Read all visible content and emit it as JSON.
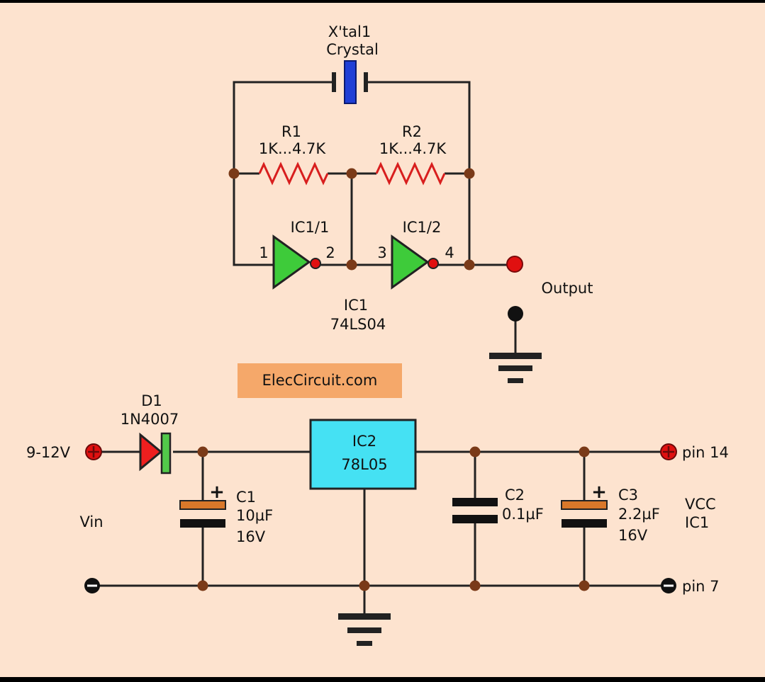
{
  "crystal": {
    "name": "X'tal1",
    "type": "Crystal"
  },
  "r1": {
    "name": "R1",
    "value": "1K...4.7K"
  },
  "r2": {
    "name": "R2",
    "value": "1K...4.7K"
  },
  "gate1": {
    "name": "IC1/1",
    "pin_in": "1",
    "pin_out": "2"
  },
  "gate2": {
    "name": "IC1/2",
    "pin_in": "3",
    "pin_out": "4"
  },
  "ic1": {
    "name": "IC1",
    "part": "74LS04"
  },
  "output": {
    "label": "Output"
  },
  "brand": {
    "label": "ElecCircuit.com"
  },
  "d1": {
    "name": "D1",
    "part": "1N4007"
  },
  "vin": {
    "voltage": "9-12V",
    "label": "Vin"
  },
  "ic2": {
    "name": "IC2",
    "part": "78L05"
  },
  "c1": {
    "name": "C1",
    "value": "10µF",
    "voltage": "16V",
    "polarity": "+"
  },
  "c2": {
    "name": "C2",
    "value": "0.1µF"
  },
  "c3": {
    "name": "C3",
    "value": "2.2µF",
    "voltage": "16V",
    "polarity": "+"
  },
  "pins": {
    "pin14": "pin 14",
    "pin7": "pin 7",
    "vcc": "VCC",
    "ic1": "IC1"
  },
  "colors": {
    "background": "#fde3cf",
    "wire": "#222222",
    "junction": "#7a3a18",
    "resistor": "#d81e1e",
    "gate": "#3ecb3a",
    "terminal_red": "#e01010",
    "crystal": "#1f3fd6",
    "ic2_fill": "#45e1f3",
    "brand_bg": "#f5a86a",
    "cap_polar": "#d9782a",
    "diode_red": "#ee1f1f",
    "diode_band": "#52c94a"
  }
}
